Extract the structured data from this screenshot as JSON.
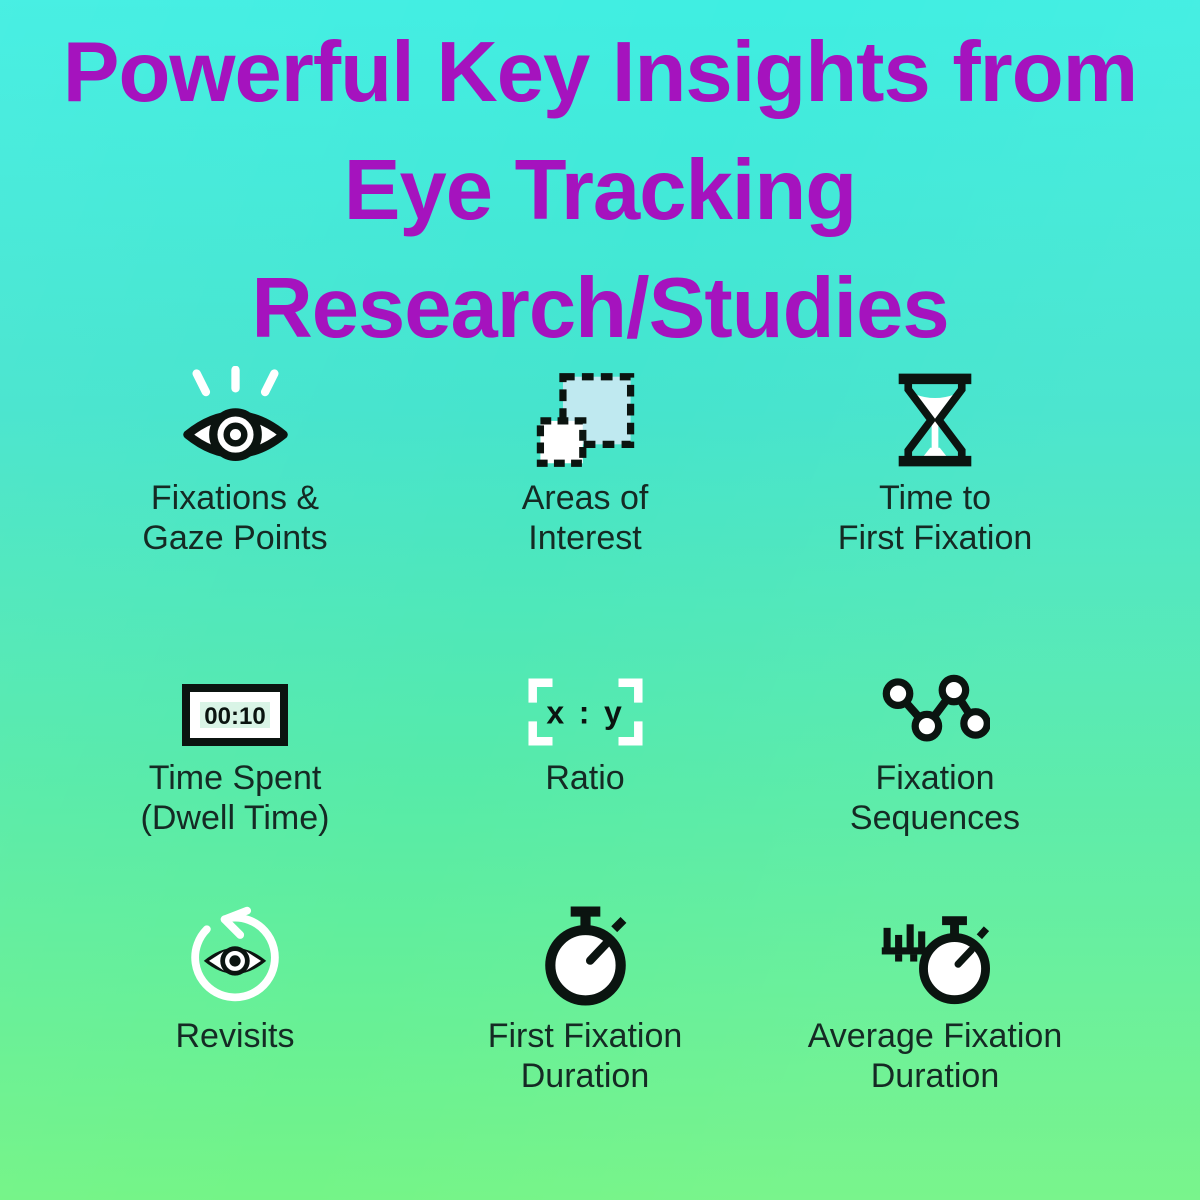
{
  "title": {
    "lines": [
      "Powerful Key Insights from",
      "Eye Tracking",
      "Research/Studies"
    ],
    "color": "#a513be"
  },
  "grid": {
    "items": [
      {
        "label": "Fixations &\nGaze Points",
        "icon": "eye-with-rays-icon"
      },
      {
        "label": "Areas of\nInterest",
        "icon": "area-of-interest-icon"
      },
      {
        "label": "Time to\nFirst Fixation",
        "icon": "hourglass-icon"
      },
      {
        "label": "Time Spent\n(Dwell Time)",
        "icon": "dwell-timer-icon",
        "display_value": "00:10"
      },
      {
        "label": "Ratio",
        "icon": "xy-ratio-icon",
        "ratio_text": "x : y"
      },
      {
        "label": "Fixation\nSequences",
        "icon": "fixation-sequence-icon"
      },
      {
        "label": "Revisits",
        "icon": "revisit-eye-icon"
      },
      {
        "label": "First Fixation\nDuration",
        "icon": "stopwatch-icon"
      },
      {
        "label": "Average Fixation\nDuration",
        "icon": "stopwatch-barchart-icon"
      }
    ]
  },
  "colors": {
    "background_top": "#3feee2",
    "background_bottom": "#74f487",
    "title": "#a513be",
    "label_text": "#152a24",
    "icon_ink": "#0b1410",
    "icon_white": "#ffffff",
    "aoi_fill": "#bfe9f0",
    "timer_screen": "#d9f4e6"
  }
}
